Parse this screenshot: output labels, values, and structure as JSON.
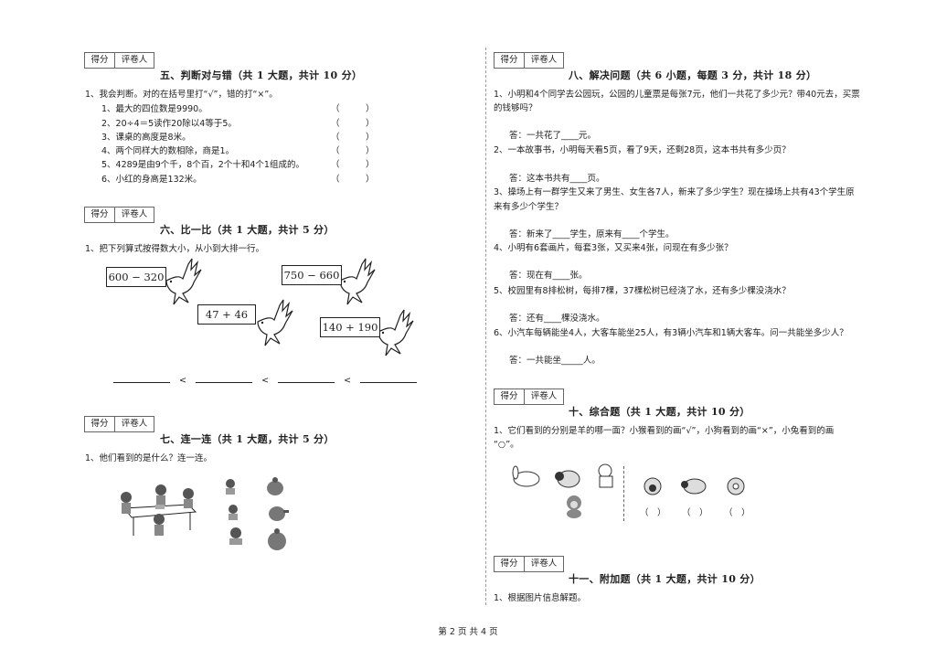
{
  "score_box": {
    "score": "得分",
    "reviewer": "评卷人"
  },
  "sec5": {
    "title": "五、判断对与错（共 1 大题，共计 10 分）",
    "q1": "1、我会判断。对的在括号里打“√”，错的打“×”。",
    "items": [
      "1、最大的四位数是9990。",
      "2、20÷4＝5读作20除以4等于5。",
      "3、课桌的高度是8米。",
      "4、两个同样大的数相除，商是1。",
      "5、4289是由9个千，8个百，2个十和4个1组成的。",
      "6、小红的身高是132米。"
    ],
    "paren": "（　　　）"
  },
  "sec6": {
    "title": "六、比一比（共 1 大题，共计 5 分）",
    "q1": "1、把下列算式按得数大小，从小到大排一行。",
    "exprs": [
      "600 − 320",
      "47 + 46",
      "750 − 660",
      "140 + 190"
    ],
    "lt": "<"
  },
  "sec7": {
    "title": "七、连一连（共 1 大题，共计 5 分）",
    "q1": "1、他们看到的是什么？连一连。"
  },
  "sec8": {
    "title": "八、解决问题（共 6 小题，每题 3 分，共计 18 分）",
    "q1a": "1、小明和4个同学去公园玩，公园的儿童票是每张7元，他们一共花了多少元？带40元去，买票",
    "q1b": "的钱够吗？",
    "a1": "答：一共花了____元。",
    "q2": "2、一本故事书，小明每天看5页，看了9天，还剩28页，这本书共有多少页？",
    "a2": "答：这本书共有____页。",
    "q3a": "3、操场上有一群学生又来了男生、女生各7人，新来了多少学生？现在操场上共有43个学生原",
    "q3b": "来有多少个学生？",
    "a3": "答：新来了____学生，原来有____个学生。",
    "q4": "4、小明有6套画片，每套3张，又买来4张，问现在有多少张？",
    "a4": "答：现在有____张。",
    "q5": "5、校园里有8排松树，每排7棵，37棵松树已经浇了水，还有多少棵没浇水？",
    "a5": "答：还有____棵没浇水。",
    "q6": "6、小汽车每辆能坐4人，大客车能坐25人，有3辆小汽车和1辆大客车。问一共能坐多少人？",
    "a6": "答：一共能坐_____人。"
  },
  "sec10": {
    "title": "十、综合题（共 1 大题，共计 10 分）",
    "q1a": "1、它们看到的分别是羊的哪一面？小猴看到的画“√”，小狗看到的画“×”，小兔看到的画",
    "q1b": "“○”。",
    "paren": "（　）"
  },
  "sec11": {
    "title": "十一、附加题（共 1 大题，共计 10 分）",
    "q1": "1、根据图片信息解题。"
  },
  "footer": "第 2 页 共 4 页"
}
